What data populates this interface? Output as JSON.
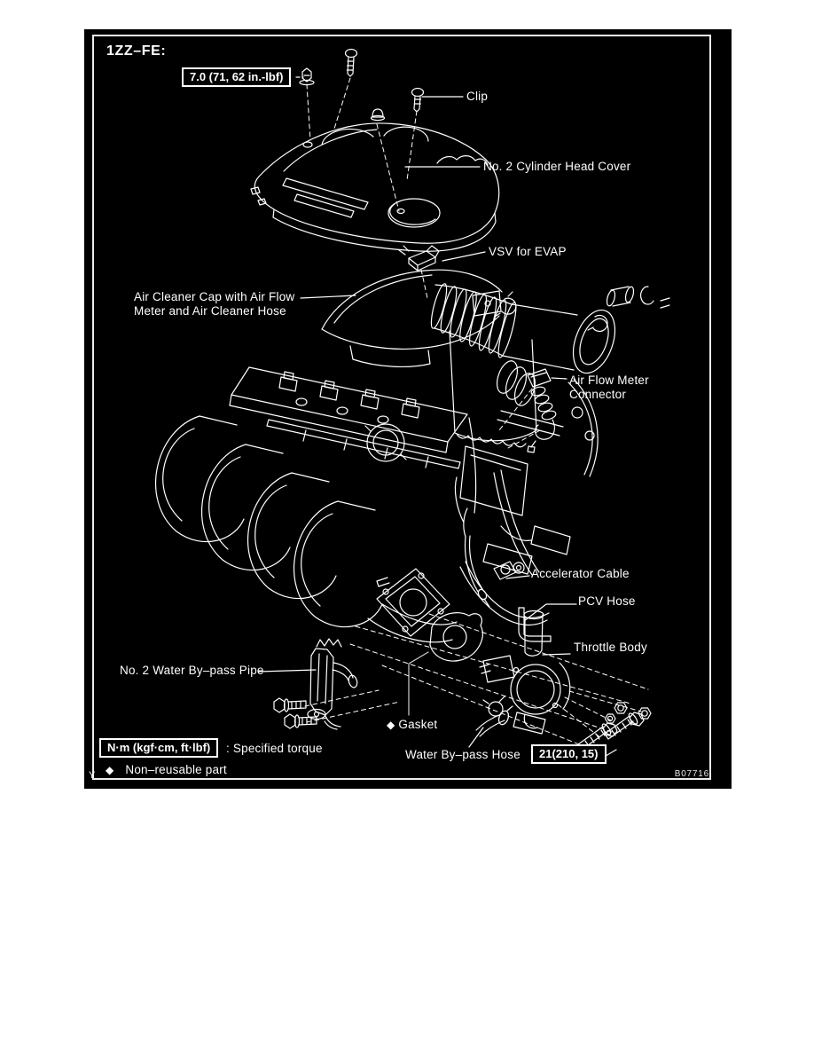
{
  "figure": {
    "engine_code": "1ZZ–FE:",
    "reference_code": "B07716",
    "corner_mark": "Y"
  },
  "torque": {
    "head_cover_bolt": "7.0 (71, 62 in.-lbf)",
    "throttle_body_bolt": "21(210, 15)"
  },
  "labels": {
    "clip": "Clip",
    "no2_cylinder_head_cover": "No. 2 Cylinder Head Cover",
    "vsv_for_evap": "VSV for EVAP",
    "air_cleaner_cap_line1": "Air Cleaner Cap with Air Flow",
    "air_cleaner_cap_line2": "Meter and Air Cleaner Hose",
    "air_flow_meter_connector_line1": "Air Flow Meter",
    "air_flow_meter_connector_line2": "Connector",
    "accelerator_cable": "Accelerator Cable",
    "pcv_hose": "PCV Hose",
    "throttle_body": "Throttle Body",
    "no2_water_bypass_pipe": "No. 2 Water By–pass Pipe",
    "gasket": "Gasket",
    "water_bypass_hose": "Water By–pass Hose"
  },
  "legend": {
    "torque_box": "N·m (kgf·cm, ft·lbf)",
    "torque_meaning": ": Specified torque",
    "diamond": "◆",
    "nonreusable_meaning": "Non–reusable part"
  },
  "colors": {
    "page_bg": "#ffffff",
    "panel_bg": "#000000",
    "line": "#ffffff"
  }
}
